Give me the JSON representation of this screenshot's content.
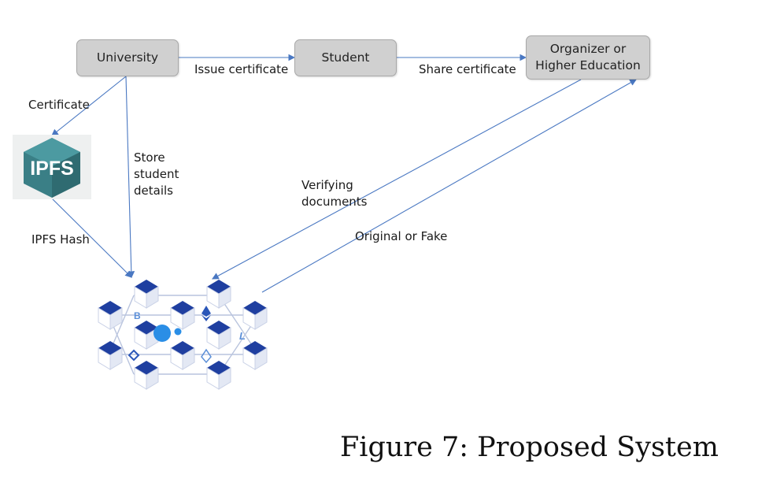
{
  "nodes": {
    "university": "University",
    "student": "Student",
    "organizer": "Organizer or\nHigher Education"
  },
  "edges": {
    "issue_certificate": "Issue certificate",
    "share_certificate": "Share certificate",
    "certificate": "Certificate",
    "store_student_details": "Store\nstudent\ndetails",
    "ipfs_hash": "IPFS Hash",
    "verifying_documents": "Verifying\ndocuments",
    "original_or_fake": "Original or Fake"
  },
  "ipfs_logo_text": "IPFS",
  "blockchain_symbols": [
    "B",
    "L"
  ],
  "colors": {
    "arrow": "#4a78c2",
    "node_fill": "#d0d0d0",
    "ipfs_hex": "#3a7f86",
    "cube_top": "#1f3fa0"
  },
  "caption": "Figure 7: Proposed System"
}
